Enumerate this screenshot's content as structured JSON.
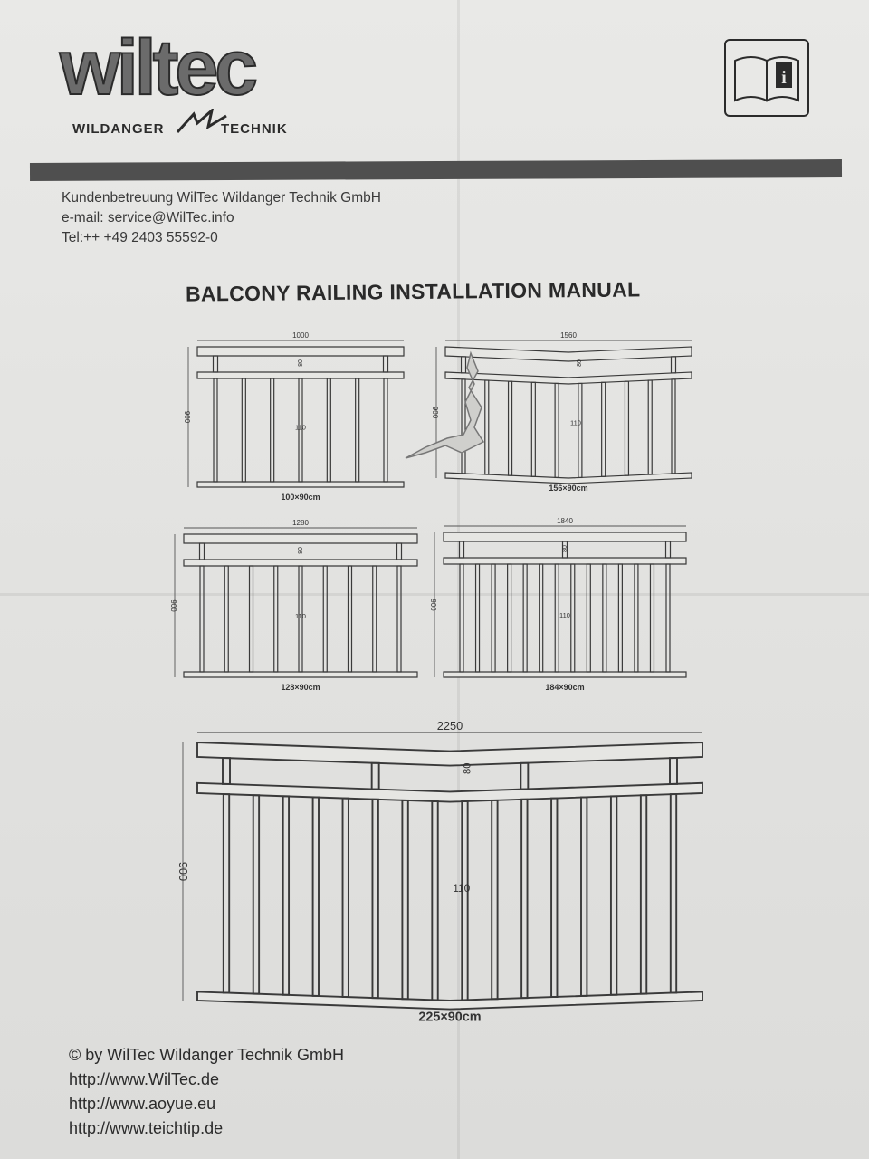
{
  "logo": {
    "wordmark": "wiltec",
    "left_text": "WILDANGER",
    "right_text": "TECHNIK"
  },
  "icons": {
    "manual": "read-manual-icon",
    "info": "i"
  },
  "contact": {
    "company": "Kundenbetreuung WilTec Wildanger Technik GmbH",
    "email": "e-mail: service@WilTec.info",
    "phone": "Tel:++ +49 2403 55592-0"
  },
  "title": "BALCONY RAILING INSTALLATION MANUAL",
  "diagrams": [
    {
      "width_label": "1000",
      "height_label": "900",
      "gap_label": "80",
      "spacing_label": "110",
      "caption": "100×90cm"
    },
    {
      "width_label": "1560",
      "height_label": "900",
      "gap_label": "80",
      "spacing_label": "110",
      "caption": "156×90cm"
    },
    {
      "width_label": "1280",
      "height_label": "900",
      "gap_label": "80",
      "spacing_label": "110",
      "caption": "128×90cm"
    },
    {
      "width_label": "1840",
      "height_label": "900",
      "gap_label": "80",
      "spacing_label": "110",
      "caption": "184×90cm"
    },
    {
      "width_label": "2250",
      "height_label": "900",
      "gap_label": "80",
      "spacing_label": "110",
      "caption": "225×90cm"
    }
  ],
  "footer": {
    "copyright": "© by WilTec Wildanger Technik GmbH",
    "links": [
      "http://www.WilTec.de",
      "http://www.aoyue.eu",
      "http://www.teichtip.de"
    ]
  }
}
